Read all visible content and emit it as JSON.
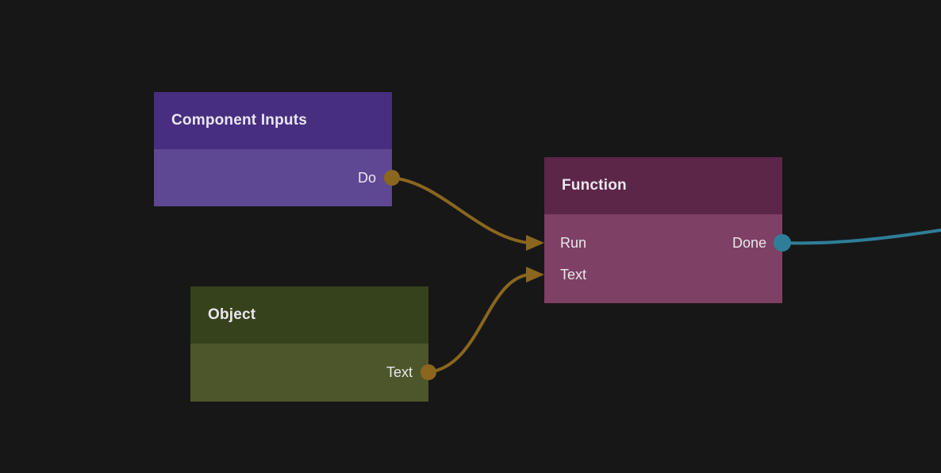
{
  "canvas": {
    "background": "#171717",
    "wire_gold": "#8a661f",
    "wire_teal": "#2f7e99"
  },
  "nodes": [
    {
      "title": "Component Inputs",
      "header_color": "#472e80",
      "body_color": "#5e4793",
      "inputs": [],
      "outputs": [
        {
          "label": "Do",
          "port_color": "#8a661f"
        }
      ]
    },
    {
      "title": "Function",
      "header_color": "#5c2648",
      "body_color": "#7e4064",
      "inputs": [
        {
          "label": "Run"
        },
        {
          "label": "Text"
        }
      ],
      "outputs": [
        {
          "label": "Done",
          "port_color": "#2f7e99"
        }
      ]
    },
    {
      "title": "Object",
      "header_color": "#36421b",
      "body_color": "#4d562b",
      "inputs": [],
      "outputs": [
        {
          "label": "Text",
          "port_color": "#8a661f"
        }
      ]
    }
  ],
  "connections": [
    {
      "from_node": "Component Inputs",
      "from_port": "Do",
      "to_node": "Function",
      "to_port": "Run",
      "color": "#8a661f"
    },
    {
      "from_node": "Object",
      "from_port": "Text",
      "to_node": "Function",
      "to_port": "Text",
      "color": "#8a661f"
    },
    {
      "from_node": "Function",
      "from_port": "Done",
      "to_node": "offscreen-right",
      "to_port": "",
      "color": "#2f7e99"
    }
  ]
}
